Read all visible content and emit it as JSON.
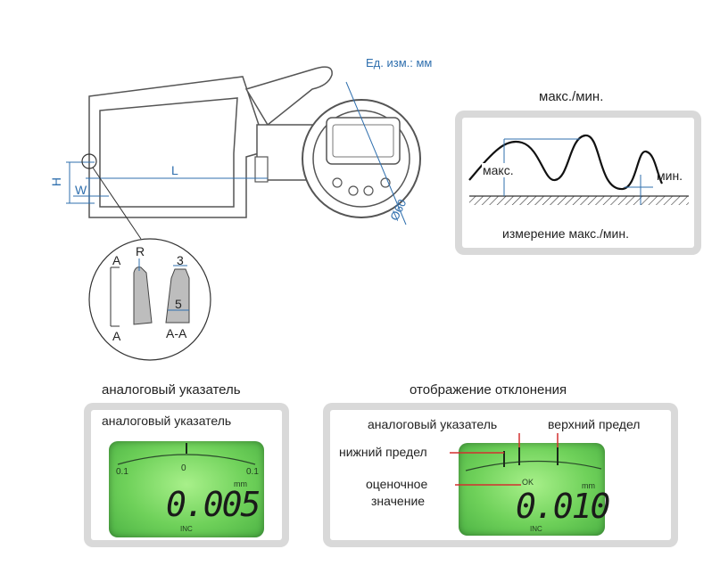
{
  "caliper": {
    "units": "Ед. изм.: мм",
    "dim_l": "L",
    "dim_h": "H",
    "dim_w": "W",
    "dim_diameter": "Ø60",
    "detail": {
      "a_top": "A",
      "a_bottom": "A",
      "r": "R",
      "dim3": "3",
      "dim5": "5",
      "section": "A-A"
    }
  },
  "maxmin": {
    "title": "макс./мин.",
    "max_label": "макс.",
    "min_label": "мин.",
    "caption": "измерение макс./мин."
  },
  "analog": {
    "title": "аналоговый указатель",
    "inner_label": "аналоговый указатель",
    "scale_left": "0.1",
    "scale_center": "0",
    "scale_right": "0.1",
    "unit": "mm",
    "reading": "0.005",
    "mode": "INC"
  },
  "deviation": {
    "title": "отображение отклонения",
    "analog_label": "аналоговый указатель",
    "upper_label": "верхний предел",
    "lower_label": "нижний предел",
    "value_label_1": "оценочное",
    "value_label_2": "значение",
    "ok": "OK",
    "unit": "mm",
    "reading": "0.010",
    "mode": "INC"
  }
}
